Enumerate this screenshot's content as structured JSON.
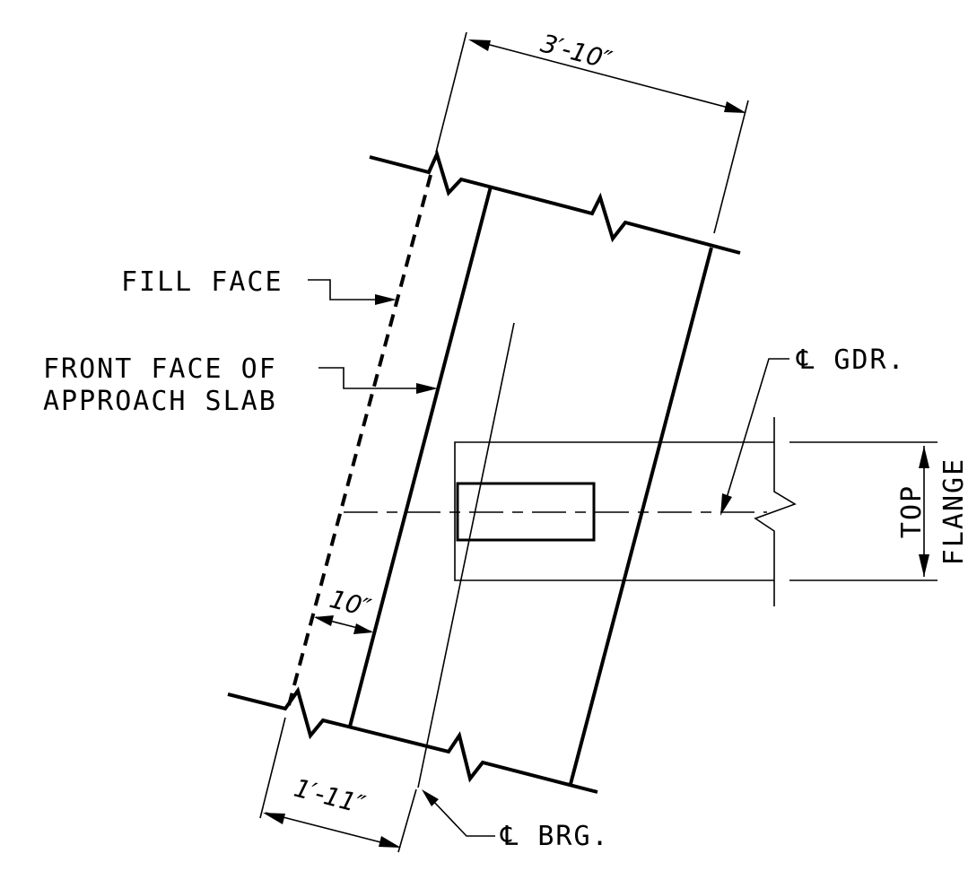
{
  "drawing": {
    "dimensions": {
      "top": "3′-10″",
      "offset": "10″",
      "bottom": "1′-11″"
    },
    "labels": {
      "fill_face": "FILL FACE",
      "front_face_line1": "FRONT FACE OF",
      "front_face_line2": "APPROACH SLAB",
      "cl_gdr": "℄ GDR.",
      "cl_brg": "℄ BRG.",
      "top_flange_line1": "TOP",
      "top_flange_line2": "FLANGE"
    }
  }
}
